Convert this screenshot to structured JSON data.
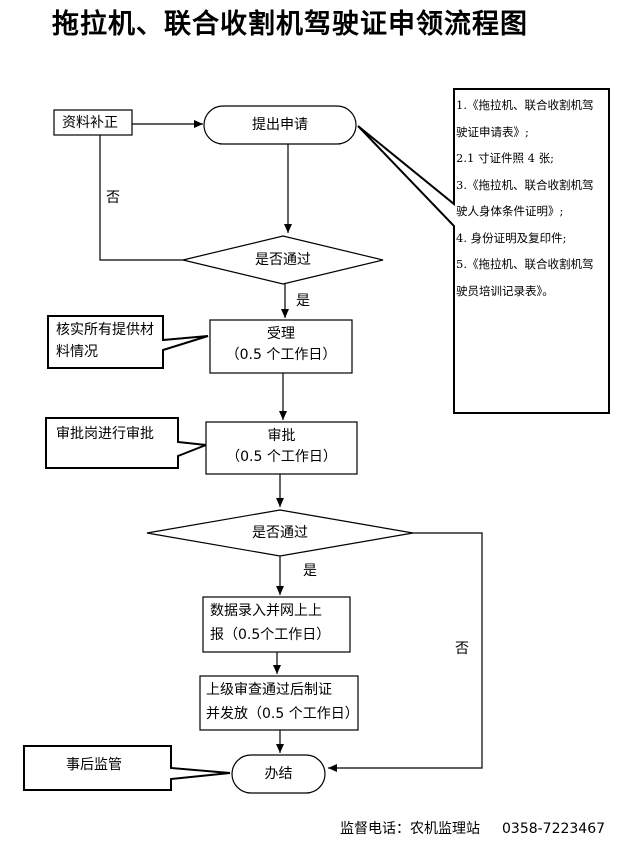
{
  "title": "拖拉机、联合收割机驾驶证申领流程图",
  "nodes": {
    "apply": "提出申请",
    "supplement": "资料补正",
    "check1": "是否通过",
    "accept_l1": "受理",
    "accept_l2": "（0.5 个工作日）",
    "approve_l1": "审批",
    "approve_l2": "（0.5 个工作日）",
    "check2": "是否通过",
    "record_l1": "数据录入并网上上",
    "record_l2": "报（0.5个工作日）",
    "issue_l1": "上级审查通过后制证",
    "issue_l2": "并发放（0.5 个工作日）",
    "done": "办结"
  },
  "edges": {
    "no1": "否",
    "yes1": "是",
    "yes2": "是",
    "no2": "否"
  },
  "callouts": {
    "verify_l1": "核实所有提供材",
    "verify_l2": "料情况",
    "approve_post": "审批岗进行审批",
    "supervise": "事后监管"
  },
  "requirements": [
    "1.《拖拉机、联合收割机驾驶证申请表》;",
    "2.1 寸证件照 4 张;",
    "3.《拖拉机、联合收割机驾驶人身体条件证明》;",
    "4. 身份证明及复印件;",
    "5.《拖拉机、联合收割机驾驶员培训记录表》。"
  ],
  "footer": {
    "supervise_phone": "监督电话：农机监理站",
    "phone": "0358-7223467"
  }
}
